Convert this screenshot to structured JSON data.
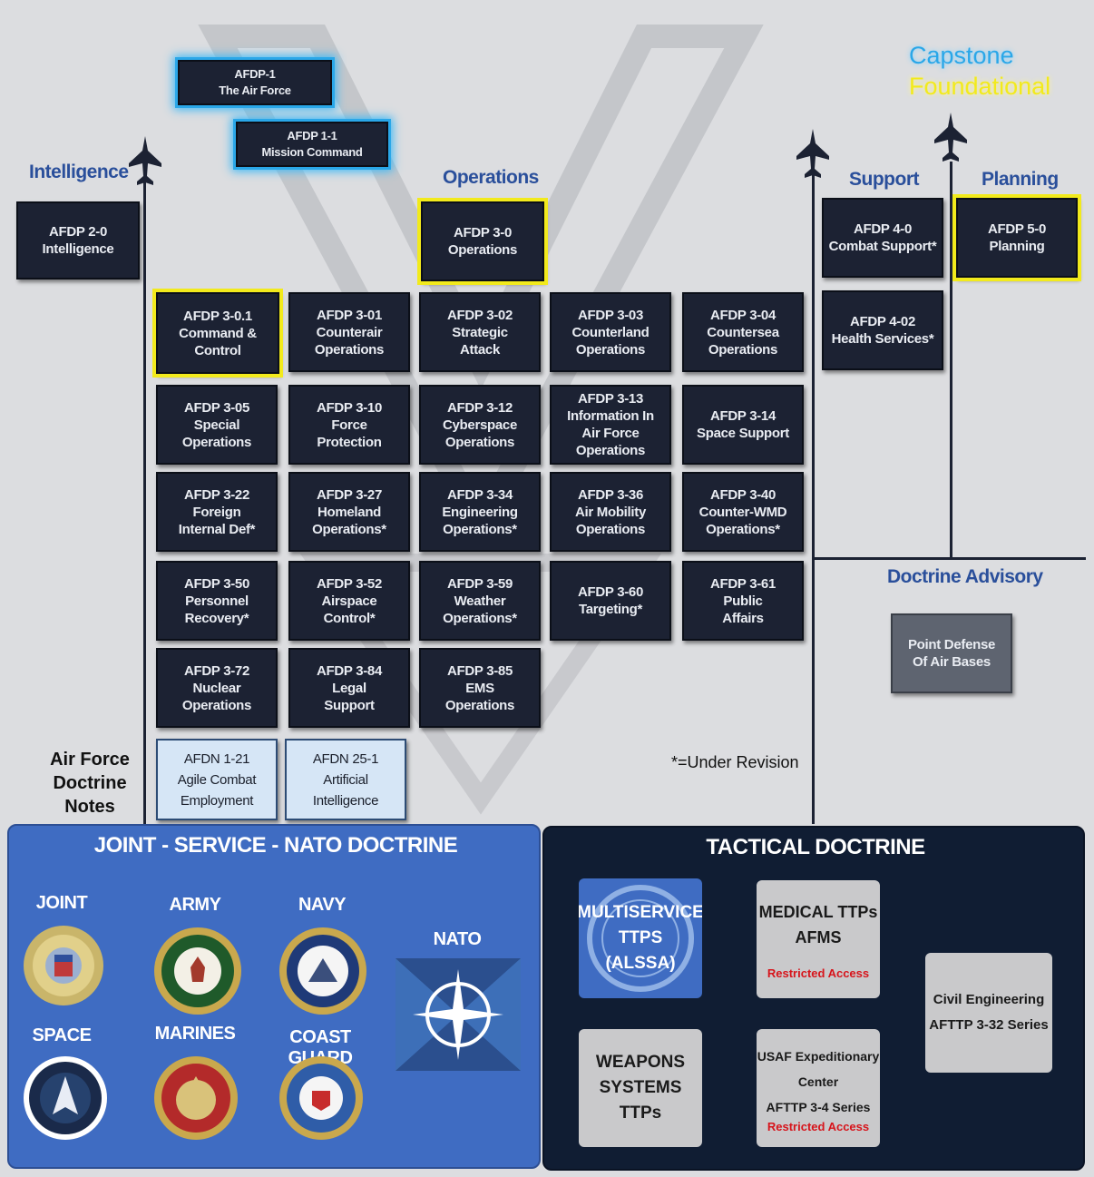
{
  "legend": {
    "capstone": "Capstone",
    "foundational": "Foundational"
  },
  "capstone_docs": [
    {
      "l1": "AFDP-1",
      "l2": "The Air Force"
    },
    {
      "l1": "AFDP 1-1",
      "l2": "Mission Command"
    }
  ],
  "headings": {
    "intelligence": "Intelligence",
    "operations": "Operations",
    "support": "Support",
    "planning": "Planning",
    "doctrine_advisory": "Doctrine Advisory",
    "doctrine_notes": [
      "Air Force",
      "Doctrine",
      "Notes"
    ],
    "revision": "*=Under Revision"
  },
  "foundational": {
    "intel": [
      "AFDP 2-0",
      "Intelligence"
    ],
    "ops": [
      "AFDP 3-0",
      "Operations"
    ],
    "support": [
      "AFDP 4-0",
      "Combat Support*"
    ],
    "health": [
      "AFDP 4-02",
      "Health Services*"
    ],
    "planning": [
      "AFDP 5-0",
      "Planning"
    ],
    "c2": [
      "AFDP 3-0.1",
      "Command &",
      "Control"
    ]
  },
  "ops_grid": [
    [
      "AFDP 3-01",
      "Counterair",
      "Operations"
    ],
    [
      "AFDP 3-02",
      "Strategic",
      "Attack"
    ],
    [
      "AFDP 3-03",
      "Counterland",
      "Operations"
    ],
    [
      "AFDP 3-04",
      "Countersea",
      "Operations"
    ],
    [
      "AFDP 3-05",
      "Special",
      "Operations"
    ],
    [
      "AFDP 3-10",
      "Force",
      "Protection"
    ],
    [
      "AFDP 3-12",
      "Cyberspace",
      "Operations"
    ],
    [
      "AFDP 3-13",
      "Information In",
      "Air Force",
      "Operations"
    ],
    [
      "AFDP 3-14",
      "Space Support"
    ],
    [
      "AFDP 3-22",
      "Foreign",
      "Internal Def*"
    ],
    [
      "AFDP 3-27",
      "Homeland",
      "Operations*"
    ],
    [
      "AFDP 3-34",
      "Engineering",
      "Operations*"
    ],
    [
      "AFDP 3-36",
      "Air Mobility",
      "Operations"
    ],
    [
      "AFDP 3-40",
      "Counter-WMD",
      "Operations*"
    ],
    [
      "AFDP 3-50",
      "Personnel",
      "Recovery*"
    ],
    [
      "AFDP 3-52",
      "Airspace",
      "Control*"
    ],
    [
      "AFDP 3-59",
      "Weather",
      "Operations*"
    ],
    [
      "AFDP 3-60",
      "Targeting*"
    ],
    [
      "AFDP 3-61",
      "Public",
      "Affairs"
    ],
    [
      "AFDP 3-72",
      "Nuclear",
      "Operations"
    ],
    [
      "AFDP 3-84",
      "Legal",
      "Support"
    ],
    [
      "AFDP 3-85",
      "EMS",
      "Operations"
    ]
  ],
  "notes": [
    [
      "AFDN 1-21",
      "Agile Combat",
      "Employment"
    ],
    [
      "AFDN 25-1",
      "Artificial",
      "Intelligence"
    ]
  ],
  "advisory": [
    "Point Defense",
    "Of Air Bases"
  ],
  "joint_panel": {
    "title": "JOINT - SERVICE - NATO DOCTRINE",
    "seals": [
      "JOINT",
      "ARMY",
      "NAVY",
      "SPACE",
      "MARINES",
      "COAST GUARD",
      "NATO"
    ]
  },
  "tactical_panel": {
    "title": "TACTICAL DOCTRINE",
    "multiservice": [
      "MULTISERVICE",
      "TTPS",
      "(ALSSA)"
    ],
    "medical": [
      "MEDICAL TTPs",
      "AFMS"
    ],
    "restricted": "Restricted Access",
    "weapons": [
      "WEAPONS",
      "SYSTEMS TTPs"
    ],
    "usaf": [
      "USAF Expeditionary",
      "Center",
      "AFTTP 3-4 Series"
    ],
    "civil": [
      "Civil Engineering",
      "AFTTP 3-32 Series"
    ]
  },
  "colors": {
    "capstone": "#2aa7e8",
    "foundational": "#f2ea1c",
    "box": "#1c2233",
    "joint_panel": "#3f6cc2",
    "tactical_panel": "#101d33",
    "restricted": "#d7141b"
  }
}
